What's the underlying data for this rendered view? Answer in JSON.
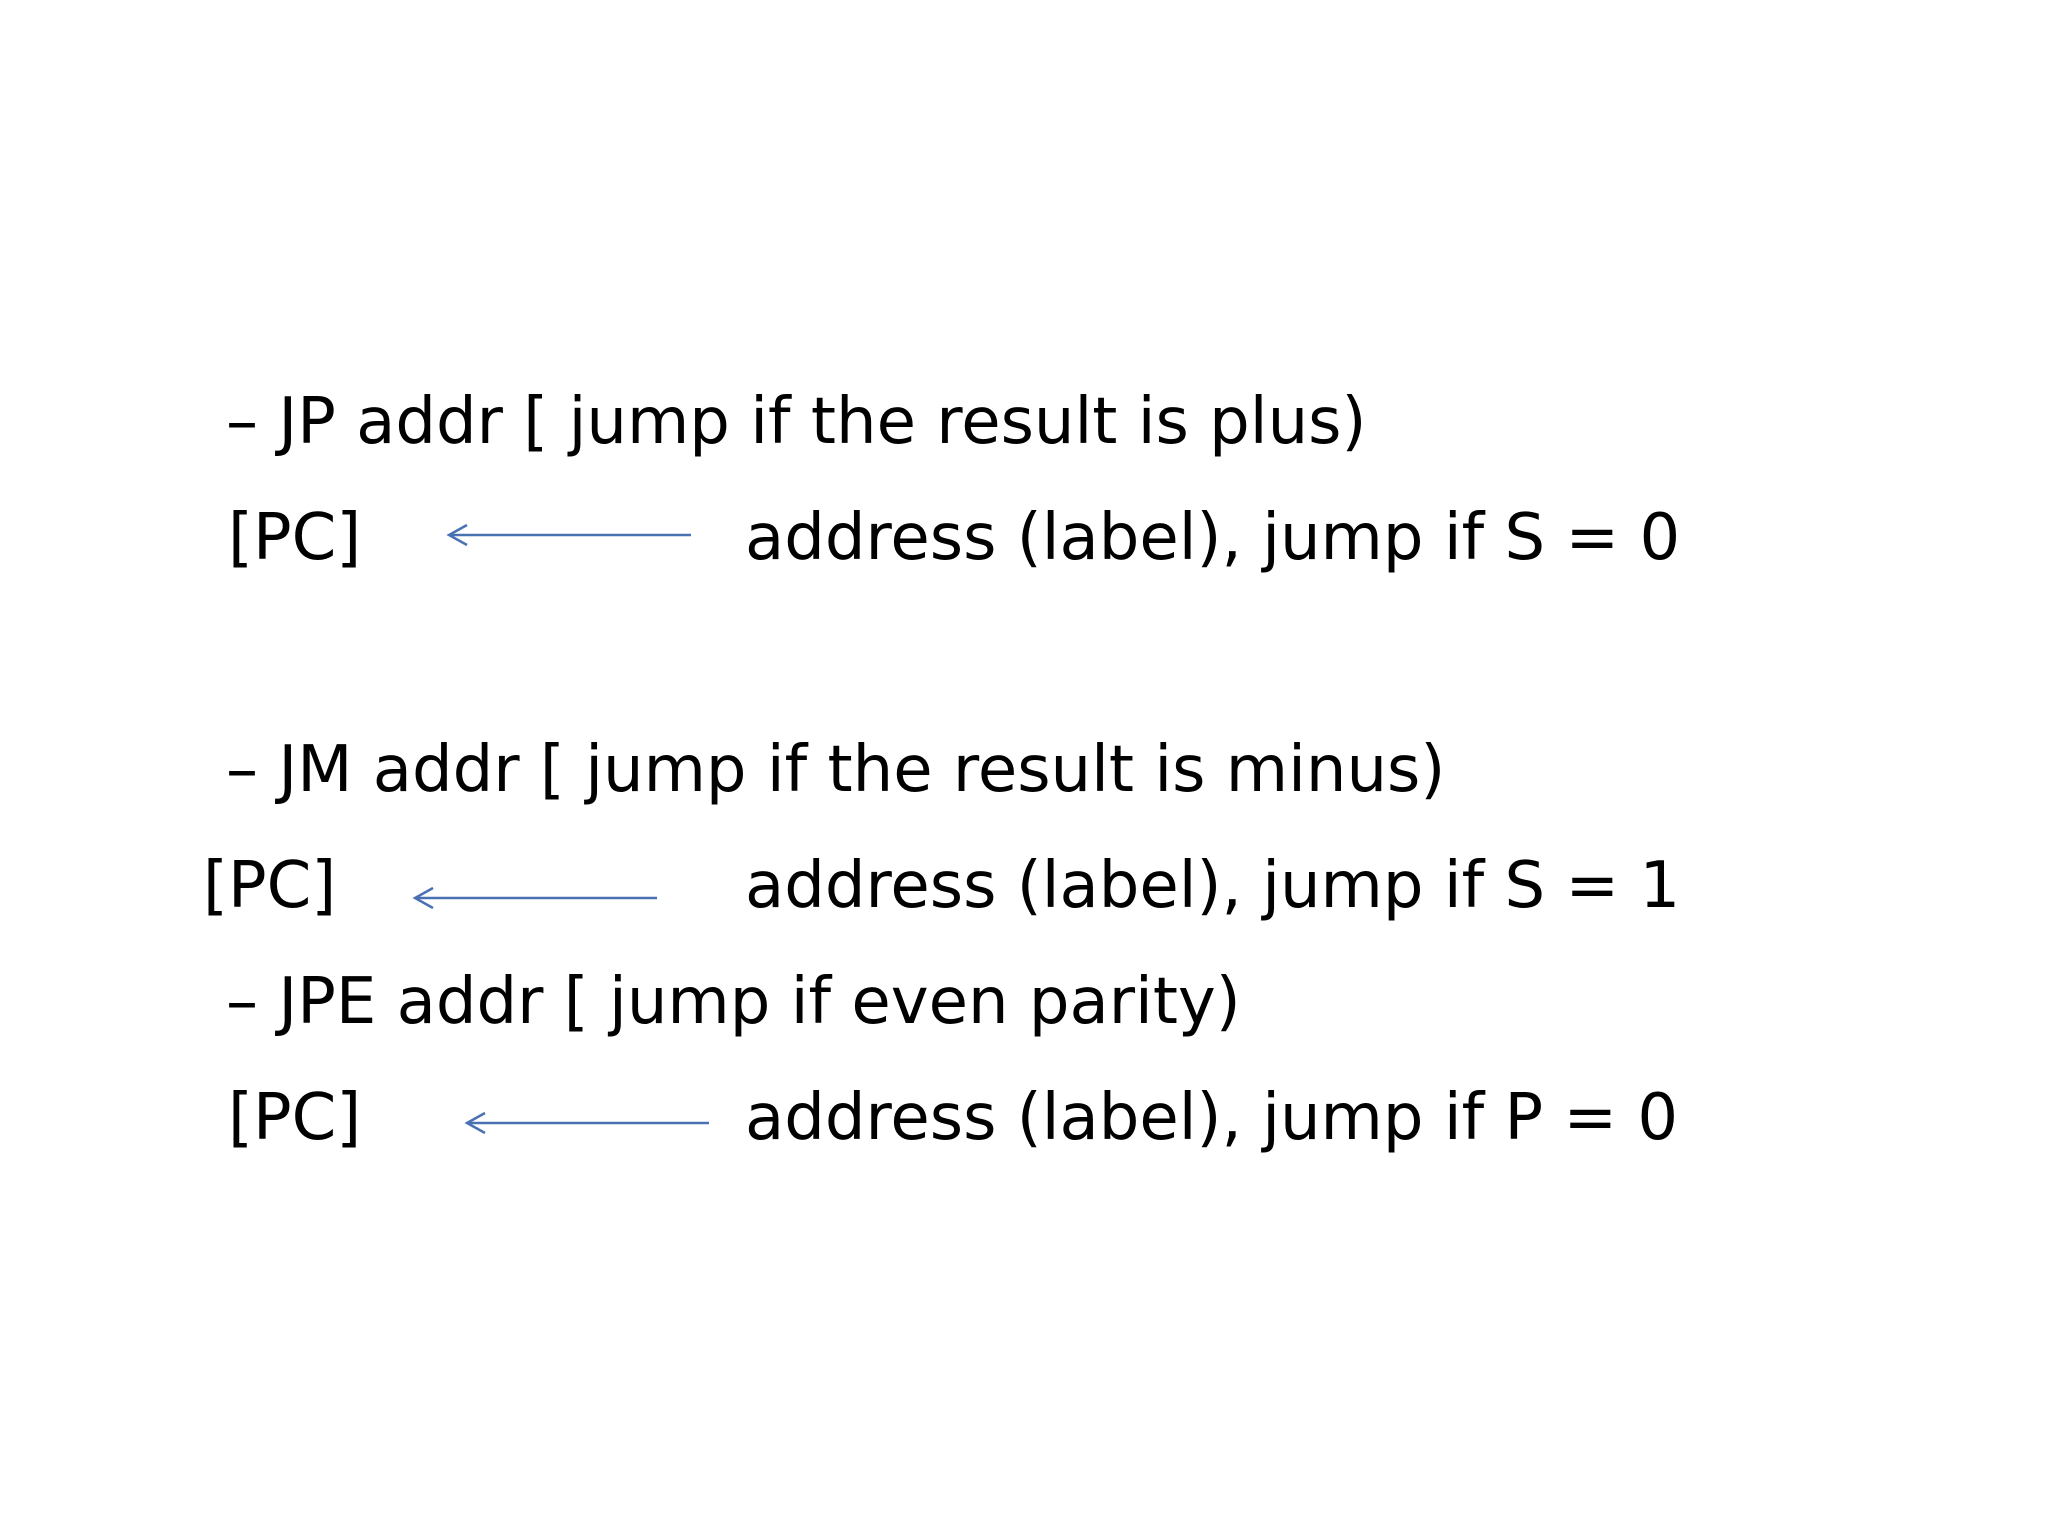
{
  "colors": {
    "text": "#000000",
    "arrow": "#4a72b2",
    "background": "#ffffff"
  },
  "instructions": [
    {
      "heading": "– JP addr [ jump if the result is plus)",
      "register": "[PC]",
      "description": "address (label), jump if S = 0"
    },
    {
      "heading": "– JM addr [ jump if the result is minus)",
      "register": "[PC]",
      "description": "address (label), jump if S = 1"
    },
    {
      "heading": "– JPE addr [ jump if even parity)",
      "register": "[PC]",
      "description": "address (label), jump if P = 0"
    }
  ]
}
